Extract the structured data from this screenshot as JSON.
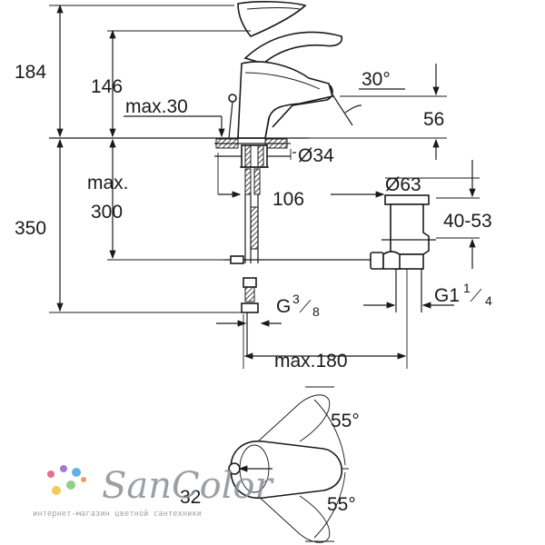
{
  "dimensions": {
    "d184": "184",
    "d146": "146",
    "dmax30": "max.30",
    "dmax": "max.",
    "d300": "300",
    "d350": "350",
    "d30deg": "30°",
    "d56": "56",
    "dphi34": "Ø34",
    "d106": "106",
    "dphi63": "Ø63",
    "d4053": "40-53",
    "dG1": "G1",
    "dG1num": "1",
    "dG1den": "4",
    "dG38": "G",
    "dG38num": "3",
    "dG38den": "8",
    "dmax180": "max.180",
    "d55top": "55°",
    "d55bot": "55°",
    "d32": "32"
  },
  "watermark": {
    "brand": "SanColor",
    "tagline": "интернет-магазин цветной сантехники",
    "dot_colors": [
      "#e0577f",
      "#8e63c8",
      "#4aa3df",
      "#f3c33c",
      "#7bc96f",
      "#f08a3c"
    ]
  }
}
